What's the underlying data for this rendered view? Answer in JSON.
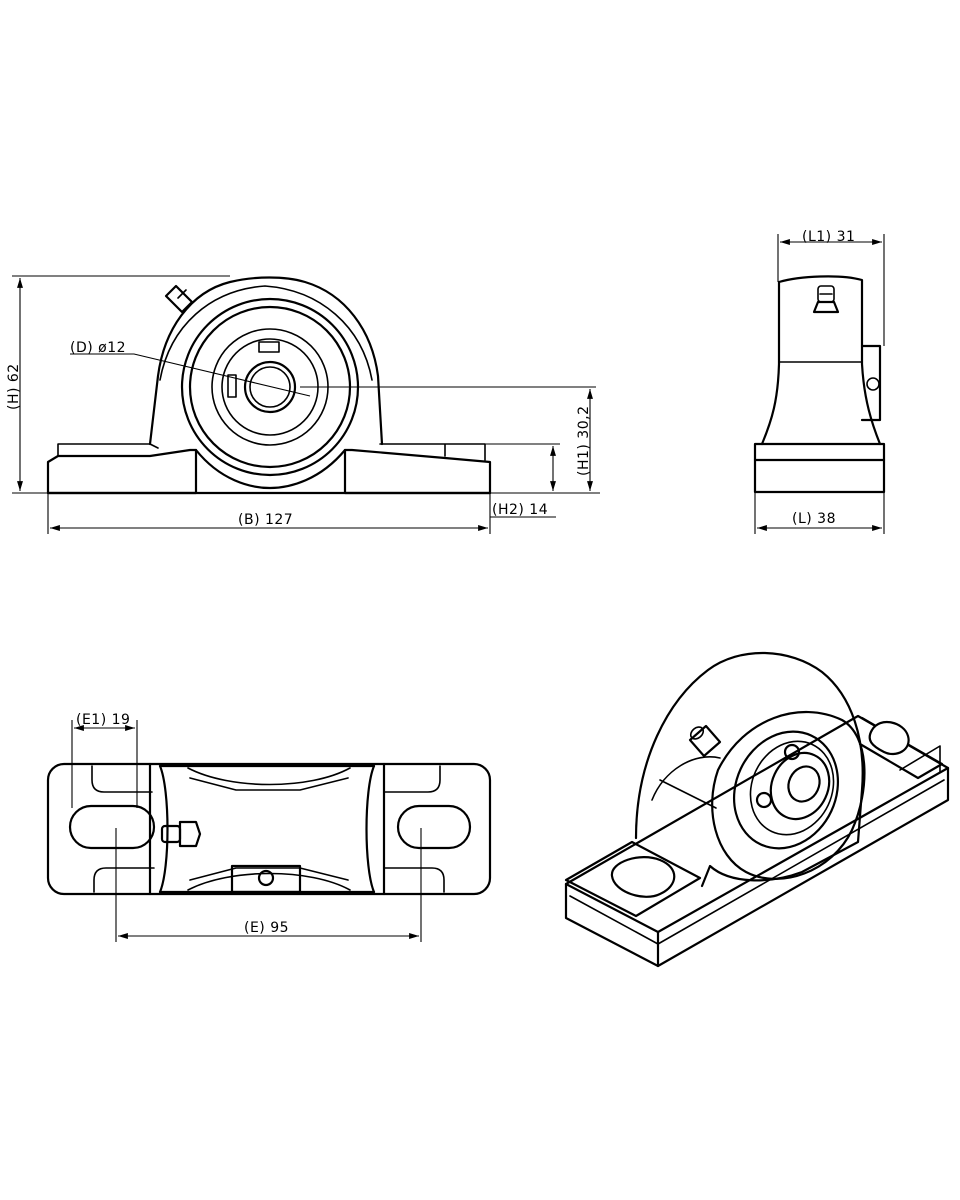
{
  "drawing": {
    "front_view": {
      "dim_D": "(D) ø12",
      "dim_H": "(H) 62",
      "dim_H1": "(H1) 30,2",
      "dim_H2": "(H2) 14",
      "dim_B": "(B) 127"
    },
    "side_view": {
      "dim_L1": "(L1) 31",
      "dim_L": "(L) 38"
    },
    "top_view": {
      "dim_E1": "(E1) 19",
      "dim_E": "(E) 95"
    }
  }
}
